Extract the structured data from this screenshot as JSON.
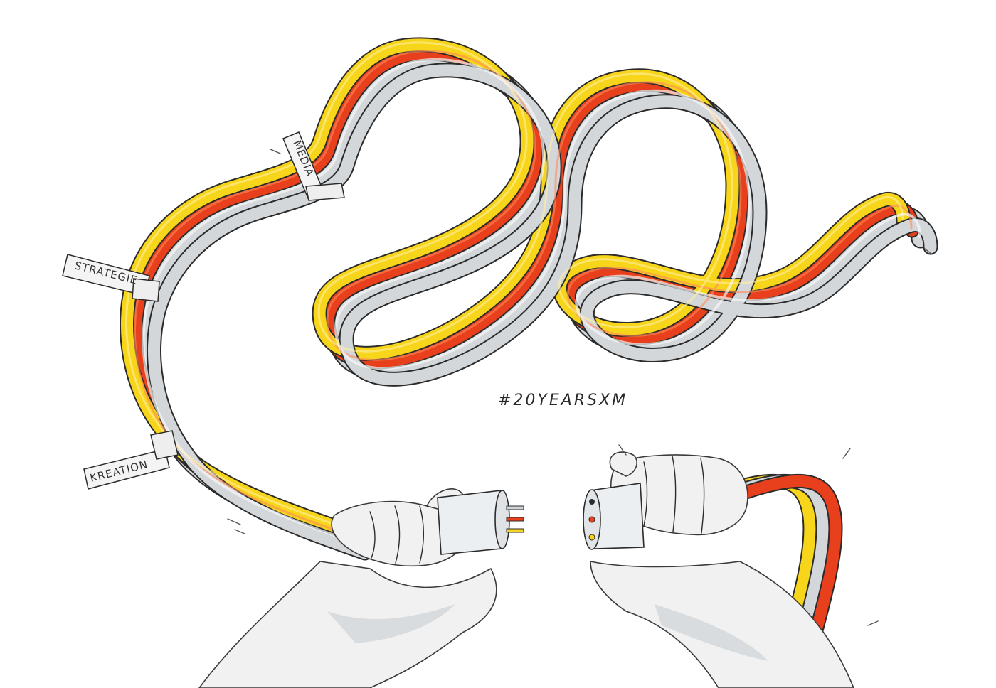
{
  "labels": {
    "media": "MEDIA",
    "strategie": "STRATEGIE",
    "kreation": "KREATION"
  },
  "hashtag": "#20YEARSXM",
  "colors": {
    "yellow": "#f7d51a",
    "red": "#e8401c",
    "grey": "#d4d7da",
    "outline": "#2b2b2b",
    "background": "#ffffff"
  }
}
